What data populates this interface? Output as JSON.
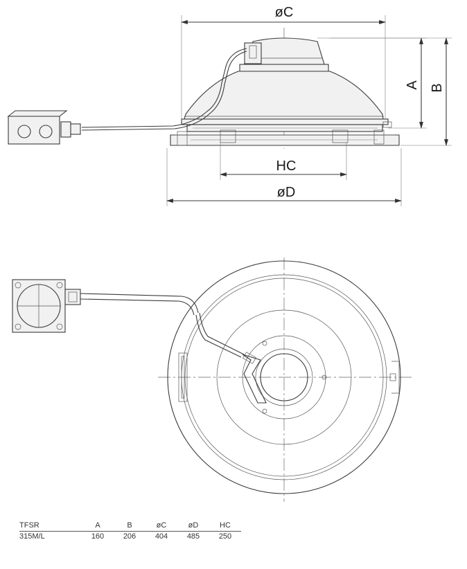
{
  "dimensions": {
    "c_label": "øC",
    "a_label": "A",
    "b_label": "B",
    "hc_label": "HC",
    "d_label": "øD"
  },
  "table": {
    "headers": [
      "TFSR",
      "A",
      "B",
      "øC",
      "øD",
      "HC"
    ],
    "rows": [
      [
        "315M/L",
        "160",
        "206",
        "404",
        "485",
        "250"
      ]
    ]
  }
}
